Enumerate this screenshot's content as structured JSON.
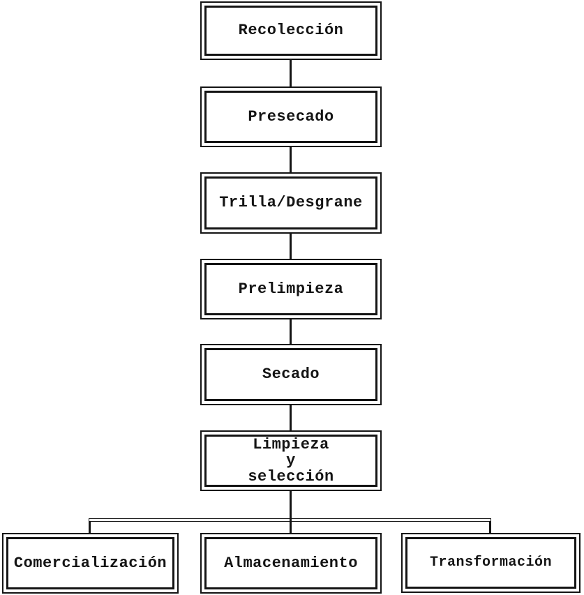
{
  "diagram": {
    "type": "flowchart",
    "colors": {
      "ink": "#141414",
      "paper": "#ffffff"
    },
    "nodes": {
      "recoleccion": {
        "label": "Recolección"
      },
      "presecado": {
        "label": "Presecado"
      },
      "trilla_desgrane": {
        "label": "Trilla/Desgrane"
      },
      "prelimpieza": {
        "label": "Prelimpieza"
      },
      "secado": {
        "label": "Secado"
      },
      "limpieza_seleccion": {
        "label": "Limpieza y selección",
        "lines": [
          "Limpieza",
          "y",
          "selección"
        ]
      },
      "comercializacion": {
        "label": "Comercialización"
      },
      "almacenamiento": {
        "label": "Almacenamiento"
      },
      "transformacion": {
        "label": "Transformación"
      }
    },
    "edges": [
      {
        "from": "Recolección",
        "to": "Presecado"
      },
      {
        "from": "Presecado",
        "to": "Trilla/Desgrane"
      },
      {
        "from": "Trilla/Desgrane",
        "to": "Prelimpieza"
      },
      {
        "from": "Prelimpieza",
        "to": "Secado"
      },
      {
        "from": "Secado",
        "to": "Limpieza y selección"
      },
      {
        "from": "Limpieza y selección",
        "to": "Comercialización"
      },
      {
        "from": "Limpieza y selección",
        "to": "Almacenamiento"
      },
      {
        "from": "Limpieza y selección",
        "to": "Transformación"
      }
    ]
  }
}
